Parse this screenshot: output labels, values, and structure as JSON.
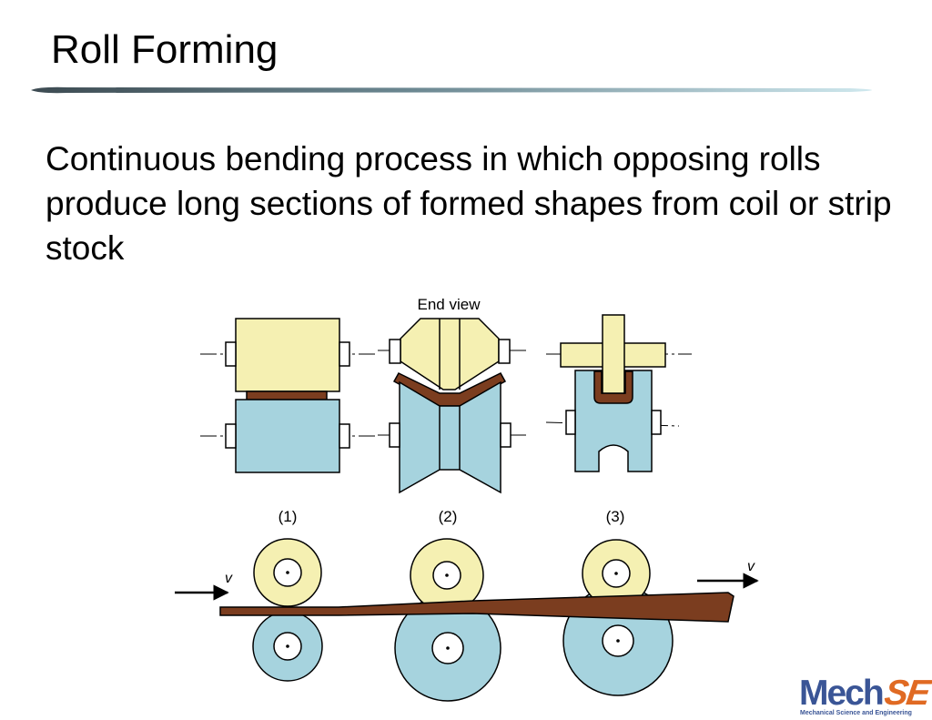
{
  "slide": {
    "title": "Roll Forming",
    "body": "Continuous bending process in which opposing rolls produce long sections of formed shapes from coil or strip stock"
  },
  "diagram": {
    "end_view_label": "End view",
    "stage_labels": [
      "(1)",
      "(2)",
      "(3)"
    ],
    "velocity_in_label": "v",
    "velocity_out_label": "v"
  },
  "logo": {
    "main_a": "Mech",
    "main_b": "SE",
    "subtitle": "Mechanical Science and Engineering"
  },
  "colors": {
    "upper_roll": "#f5f0b2",
    "lower_roll": "#a6d3de",
    "strip": "#7b3d1f",
    "outline": "#000000",
    "logo_blue": "#3a5596",
    "logo_orange": "#e06a23"
  }
}
